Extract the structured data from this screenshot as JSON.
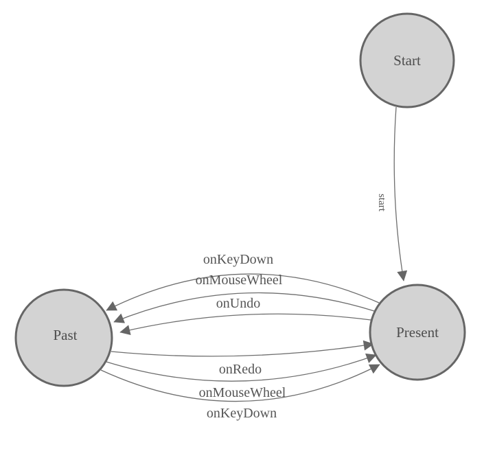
{
  "diagram": {
    "kind": "state-machine",
    "background_color": "#ffffff",
    "colors": {
      "node_fill": "#d3d3d3",
      "node_stroke": "#666666",
      "edge_stroke": "#6e6e6e",
      "arrow_fill": "#666666",
      "text_color": "#555555"
    },
    "nodes": [
      {
        "id": "start",
        "label": "Start"
      },
      {
        "id": "present",
        "label": "Present"
      },
      {
        "id": "past",
        "label": "Past"
      }
    ],
    "edges": [
      {
        "from": "start",
        "to": "present",
        "label": "start"
      },
      {
        "from": "present",
        "to": "past",
        "label": "onKeyDown"
      },
      {
        "from": "present",
        "to": "past",
        "label": "onMouseWheel"
      },
      {
        "from": "present",
        "to": "past",
        "label": "onUndo"
      },
      {
        "from": "past",
        "to": "present",
        "label": "onRedo"
      },
      {
        "from": "past",
        "to": "present",
        "label": "onMouseWheel"
      },
      {
        "from": "past",
        "to": "present",
        "label": "onKeyDown"
      }
    ]
  }
}
